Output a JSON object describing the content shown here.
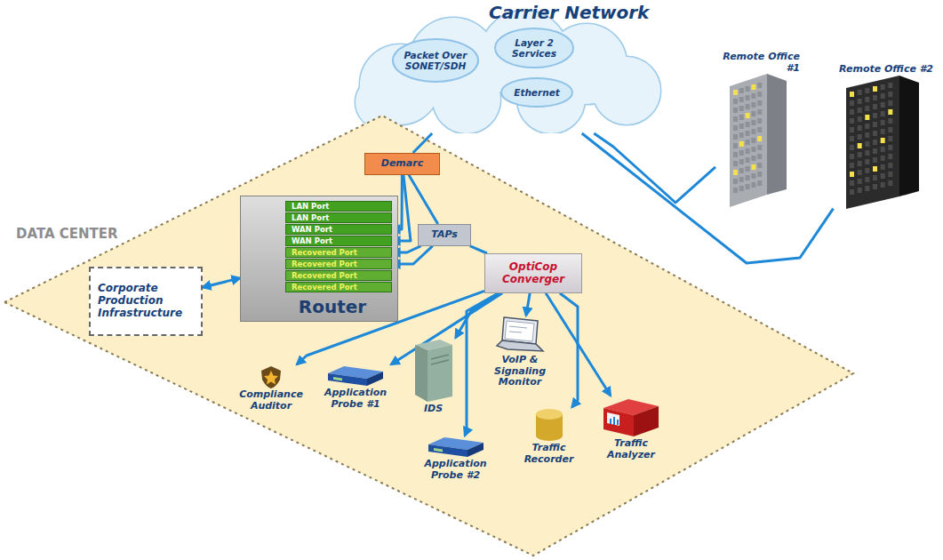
{
  "diagram": {
    "nodes": [
      {
        "text": [
          "Carrier Network"
        ]
      },
      {
        "text": [
          "Packet Over SONET/SDH"
        ],
        "in": 0
      },
      {
        "text": [
          "Layer 2 Services"
        ],
        "in": 0
      },
      {
        "text": [
          "Ethernet"
        ],
        "in": 0
      },
      {
        "text": [
          "Remote Office #1"
        ]
      },
      {
        "text": [
          "Remote Office #2"
        ]
      },
      {
        "text": [
          "DATA CENTER"
        ]
      },
      {
        "text": [
          "Demarc"
        ],
        "in": 6
      },
      {
        "text": [
          "Router"
        ],
        "in": 6
      },
      {
        "text": [
          "LAN Port"
        ],
        "in": 8
      },
      {
        "text": [
          "LAN Port"
        ],
        "in": 8
      },
      {
        "text": [
          "WAN Port"
        ],
        "in": 8
      },
      {
        "text": [
          "WAN Port"
        ],
        "in": 8
      },
      {
        "text": [
          "Recovered Port"
        ],
        "in": 8
      },
      {
        "text": [
          "Recovered Port"
        ],
        "in": 8
      },
      {
        "text": [
          "Recovered Port"
        ],
        "in": 8
      },
      {
        "text": [
          "Recovered Port"
        ],
        "in": 8
      },
      {
        "text": [
          "TAPs"
        ],
        "in": 6
      },
      {
        "text": [
          "OptiCop Converger"
        ],
        "in": 6
      },
      {
        "text": [
          "Corporate Production Infrastructure"
        ],
        "in": 6
      },
      {
        "text": [
          "Compliance Auditor"
        ],
        "in": 6
      },
      {
        "text": [
          "Application Probe #1"
        ],
        "in": 6
      },
      {
        "text": [
          "IDS"
        ],
        "in": 6
      },
      {
        "text": [
          "VoIP & Signaling Monitor"
        ],
        "in": 6
      },
      {
        "text": [
          "Application Probe #2"
        ],
        "in": 6
      },
      {
        "text": [
          "Traffic Recorder"
        ],
        "in": 6
      },
      {
        "text": [
          "Traffic Analyzer"
        ],
        "in": 6
      }
    ],
    "edges": [
      {
        "from": 4,
        "to": 0,
        "arrow": "none"
      },
      {
        "from": 5,
        "to": 0,
        "arrow": "none"
      },
      {
        "from": 0,
        "to": 7,
        "arrow": "none"
      },
      {
        "from": 7,
        "to": 11,
        "arrow": "to"
      },
      {
        "from": 7,
        "to": 12,
        "arrow": "to"
      },
      {
        "from": 7,
        "to": 17,
        "arrow": "none"
      },
      {
        "from": 17,
        "to": 13,
        "arrow": "to"
      },
      {
        "from": 17,
        "to": 14,
        "arrow": "to"
      },
      {
        "from": 17,
        "to": 18,
        "arrow": "none"
      },
      {
        "from": 8,
        "to": 19,
        "arrow": "both"
      },
      {
        "from": 18,
        "to": 20,
        "arrow": "to"
      },
      {
        "from": 18,
        "to": 21,
        "arrow": "to"
      },
      {
        "from": 18,
        "to": 22,
        "arrow": "to"
      },
      {
        "from": 18,
        "to": 23,
        "arrow": "to"
      },
      {
        "from": 18,
        "to": 24,
        "arrow": "to"
      },
      {
        "from": 18,
        "to": 25,
        "arrow": "to"
      },
      {
        "from": 18,
        "to": 26,
        "arrow": "to"
      }
    ]
  }
}
